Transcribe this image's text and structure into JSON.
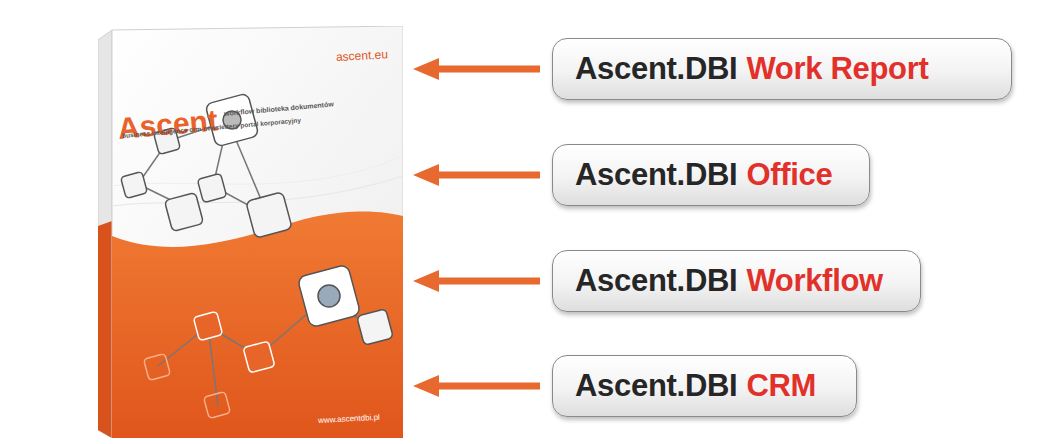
{
  "diagram": {
    "nodes": [
      {
        "text": [
          "ascent.eu",
          "Ascent",
          "workflow biblioteka dokumentów",
          "business intelligence crm newslettery portal korporacyjny",
          "www.ascentdbi.pl"
        ]
      },
      {
        "text": [
          "Ascent.DBI",
          "Work Report"
        ]
      },
      {
        "text": [
          "Ascent.DBI",
          "Office"
        ]
      },
      {
        "text": [
          "Ascent.DBI",
          "Workflow"
        ]
      },
      {
        "text": [
          "Ascent.DBI",
          "CRM"
        ]
      }
    ],
    "edges": [
      {
        "from": 1,
        "to": 0,
        "arrow": "to"
      },
      {
        "from": 2,
        "to": 0,
        "arrow": "to"
      },
      {
        "from": 3,
        "to": 0,
        "arrow": "to"
      },
      {
        "from": 4,
        "to": 0,
        "arrow": "to"
      }
    ]
  }
}
